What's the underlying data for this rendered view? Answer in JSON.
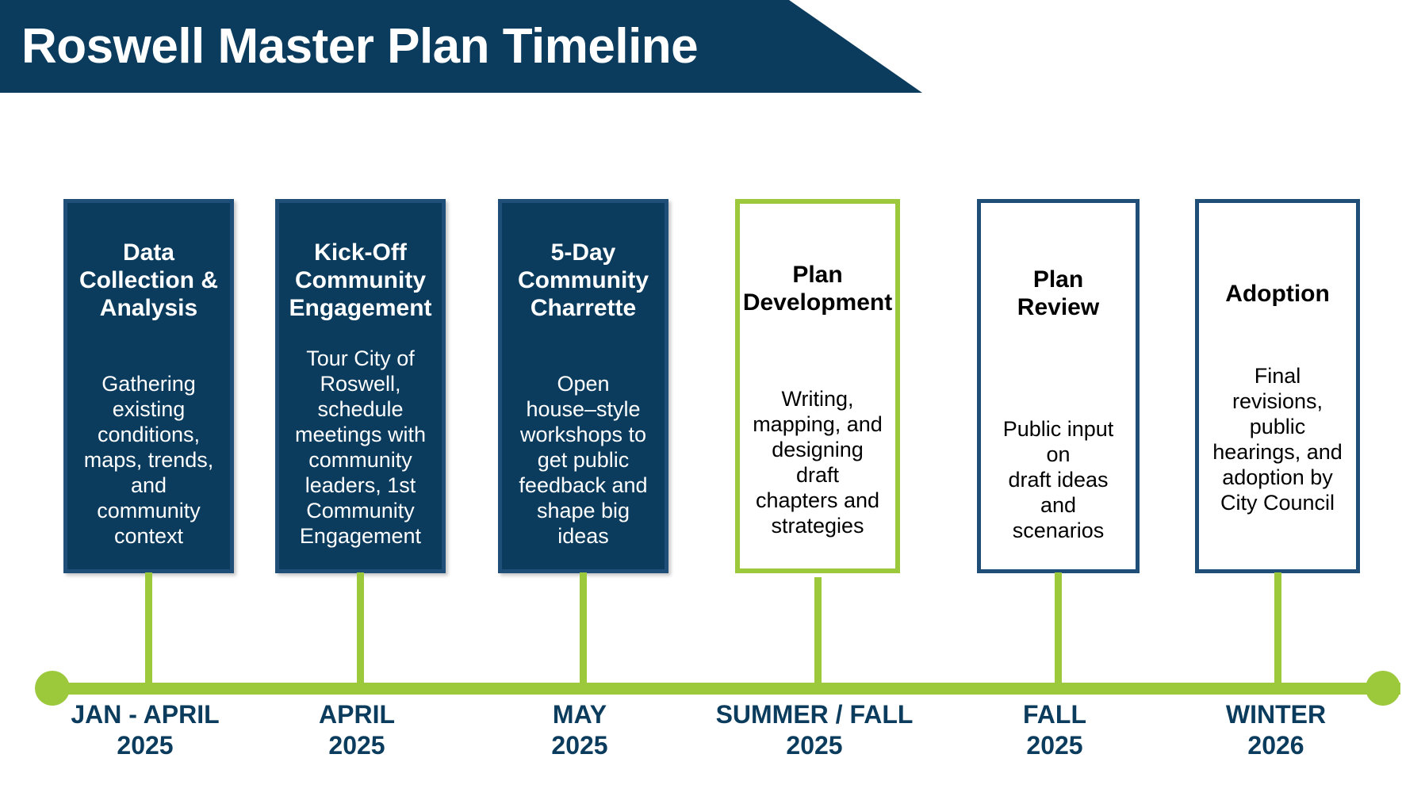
{
  "header": {
    "title": "Roswell Master Plan Timeline",
    "background_color": "#0B3C5D",
    "text_color": "#FFFFFF"
  },
  "theme": {
    "navy": "#0B3C5D",
    "navy_border": "#1F4E79",
    "green": "#9CC93B",
    "white": "#FFFFFF",
    "black": "#000000"
  },
  "timeline": {
    "axis_color": "#9CC93B",
    "cap_left": "circle",
    "cap_right": "circle",
    "milestones": [
      {
        "title": "Data\nCollection &\nAnalysis",
        "body": "Gathering\nexisting\nconditions,\nmaps, trends,\nand\ncommunity\ncontext",
        "date": "JAN - APRIL\n2025",
        "style": "filled-navy"
      },
      {
        "title": "Kick-Off\nCommunity\nEngagement",
        "body": "Tour City of\nRoswell,\nschedule\nmeetings with\ncommunity\nleaders, 1st\nCommunity\nEngagement",
        "date": "APRIL\n2025",
        "style": "filled-navy"
      },
      {
        "title": "5-Day\nCommunity\nCharrette",
        "body": "Open\nhouse–style\nworkshops to\nget public\nfeedback and\nshape big\nideas",
        "date": "MAY\n2025",
        "style": "filled-navy"
      },
      {
        "title": "Plan\nDevelopment",
        "body": "Writing,\nmapping, and\ndesigning draft\nchapters and\nstrategies",
        "date": "SUMMER / FALL\n2025",
        "style": "outline-green"
      },
      {
        "title": "Plan\nReview",
        "body": "Public input on\ndraft ideas and\nscenarios",
        "date": "FALL\n2025",
        "style": "outline-navy"
      },
      {
        "title": "Adoption",
        "body": "Final\nrevisions,\npublic\nhearings, and\nadoption by\nCity Council",
        "date": "WINTER\n2026",
        "style": "outline-navy"
      }
    ]
  }
}
